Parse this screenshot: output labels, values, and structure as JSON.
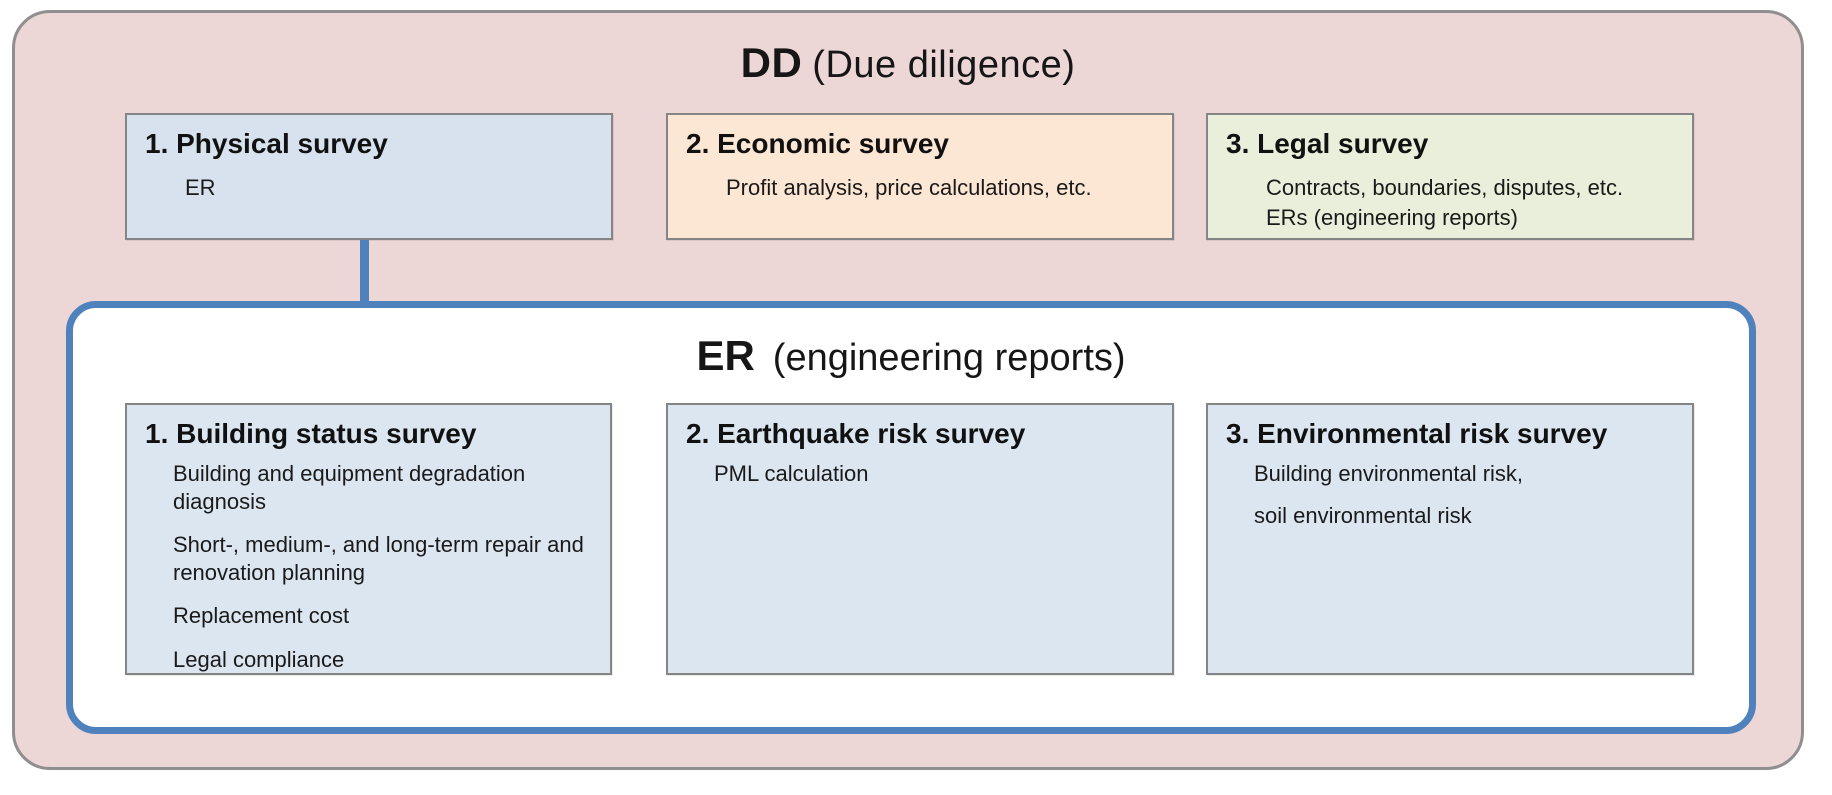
{
  "colors": {
    "outer_bg": "#ecd6d6",
    "outer_border": "#8f8f8f",
    "physical_bg": "#d7e2ee",
    "economic_bg": "#fce6d4",
    "legal_bg": "#e9efdb",
    "er_bg": "#ffffff",
    "er_border": "#4f81bd",
    "er_box_bg": "#dce6f1",
    "connector": "#4f81bd"
  },
  "dd": {
    "title_bold": "DD",
    "title_rest": "(Due diligence)",
    "boxes": [
      {
        "heading": "1. Physical survey",
        "lines": [
          "ER"
        ]
      },
      {
        "heading": "2. Economic survey",
        "lines": [
          "Profit analysis, price calculations, etc."
        ]
      },
      {
        "heading": "3. Legal survey",
        "lines": [
          "Contracts, boundaries, disputes, etc.",
          "ERs (engineering reports)"
        ]
      }
    ]
  },
  "er": {
    "title_bold": "ER",
    "title_rest": "(engineering reports)",
    "boxes": [
      {
        "heading": "1. Building status survey",
        "lines": [
          "Building and equipment degradation diagnosis",
          "Short-, medium-, and long-term repair and renovation planning",
          "Replacement cost",
          "Legal compliance"
        ]
      },
      {
        "heading": "2. Earthquake risk survey",
        "lines": [
          "PML calculation"
        ]
      },
      {
        "heading": "3. Environmental risk survey",
        "lines": [
          "Building environmental risk,",
          "soil environmental risk"
        ]
      }
    ]
  }
}
